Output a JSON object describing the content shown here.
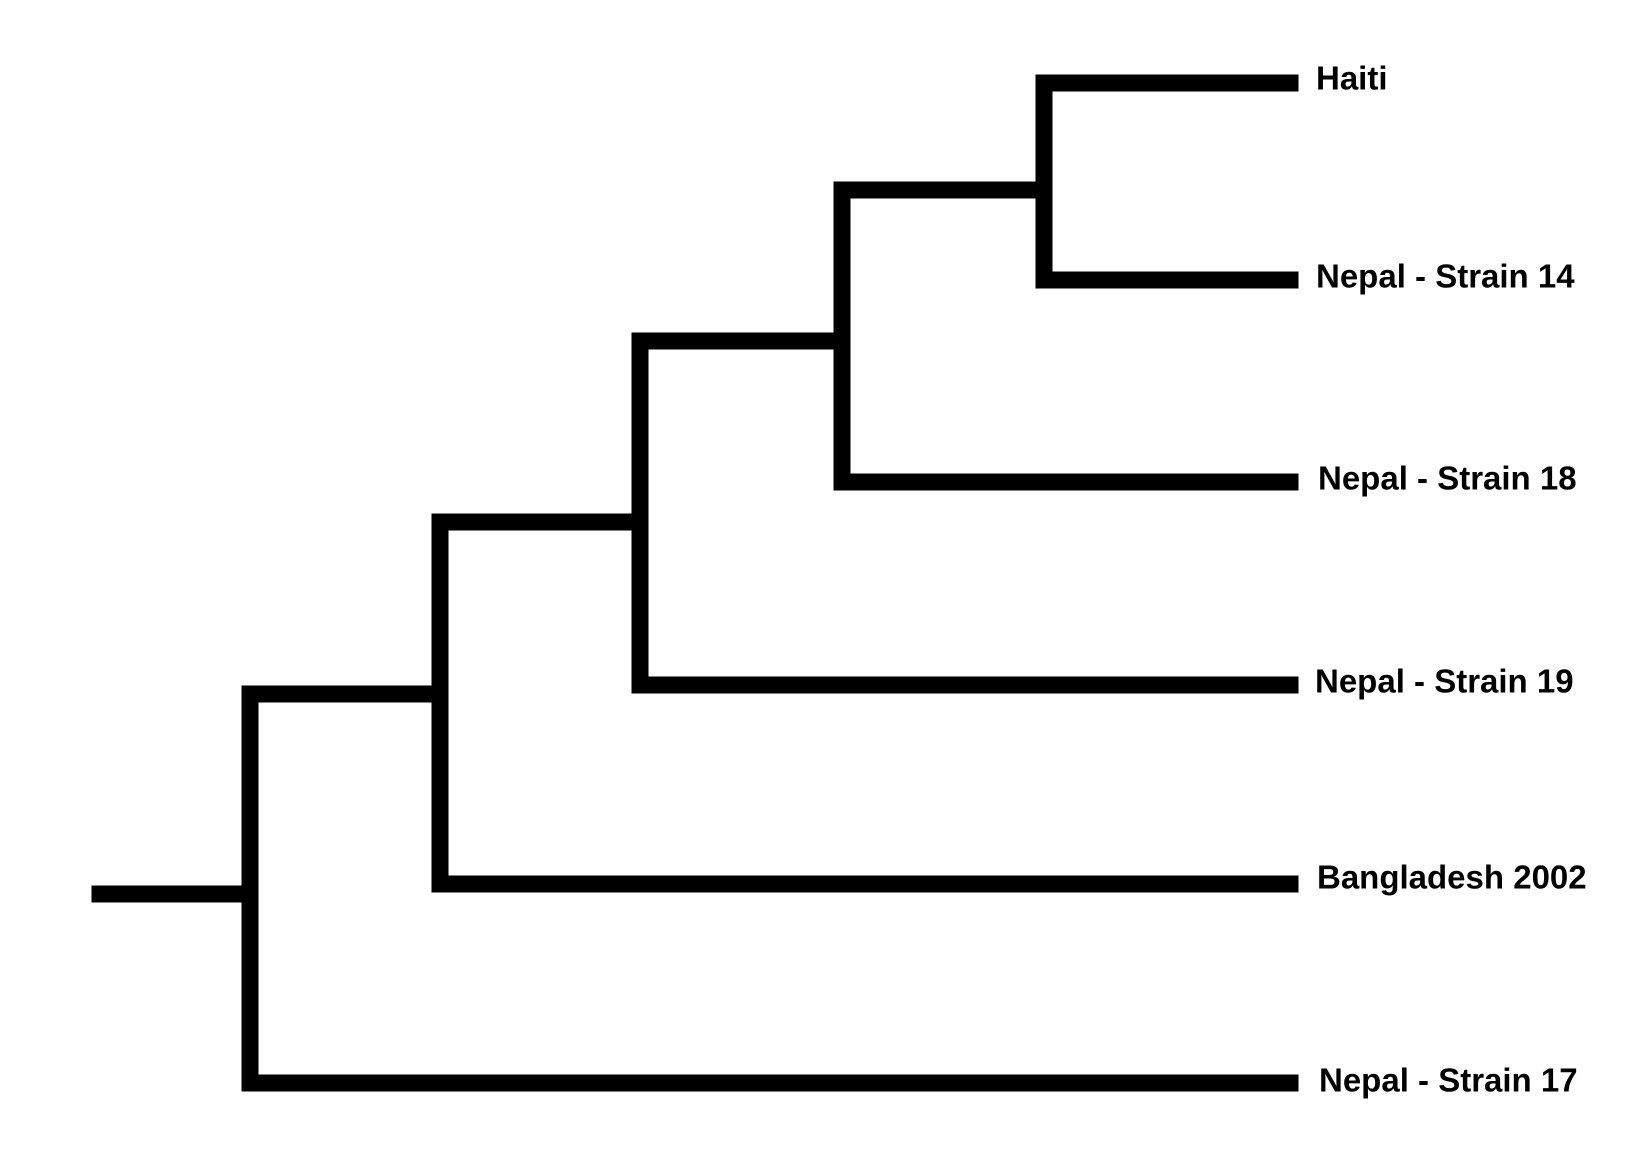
{
  "tree": {
    "line_color": "#000000",
    "tips": [
      {
        "id": "haiti",
        "label": "Haiti"
      },
      {
        "id": "nepal14",
        "label": "Nepal - Strain 14"
      },
      {
        "id": "nepal18",
        "label": "Nepal - Strain 18"
      },
      {
        "id": "nepal19",
        "label": "Nepal - Strain 19"
      },
      {
        "id": "bangladesh2002",
        "label": "Bangladesh 2002"
      },
      {
        "id": "nepal17",
        "label": "Nepal - Strain 17"
      }
    ],
    "topology": "(Nepal - Strain 17,(Bangladesh 2002,(Nepal - Strain 19,(Nepal - Strain 18,(Haiti,Nepal - Strain 14)))))"
  }
}
